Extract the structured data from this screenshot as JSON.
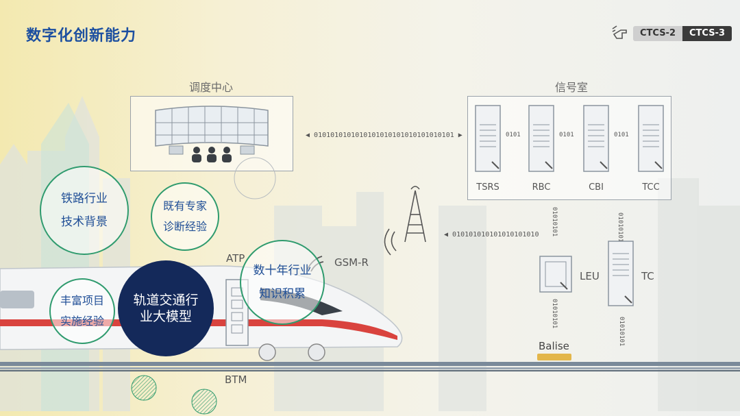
{
  "title": "数字化创新能力",
  "ctcs": {
    "level2": "CTCS-2",
    "level3": "CTCS-3"
  },
  "dispatch_center": {
    "label": "调度中心"
  },
  "signal_room": {
    "label": "信号室",
    "servers": [
      "TSRS",
      "RBC",
      "CBI",
      "TCC"
    ]
  },
  "link_bits_top": "0101010101010101010101010101010101",
  "link_bits_mid": "010101010101010101010",
  "server_link_bits": "0101",
  "vertical_bits": "01010101",
  "gsm_label": "GSM-R",
  "atp_label": "ATP",
  "btm_label": "BTM",
  "balise_label": "Balise",
  "leu_label": "LEU",
  "tc_label": "TC",
  "circles": {
    "railway": [
      "铁路行业",
      "技术背景"
    ],
    "expert": [
      "既有专家",
      "诊断经验"
    ],
    "knowledge": [
      "数十年行业",
      "知识积累"
    ],
    "project": [
      "丰富项目",
      "实施经验"
    ],
    "model": [
      "轨道交通行",
      "业大模型"
    ]
  },
  "colors": {
    "title": "#1c4fa0",
    "green": "#2f9b6e",
    "navy": "#14295a"
  }
}
